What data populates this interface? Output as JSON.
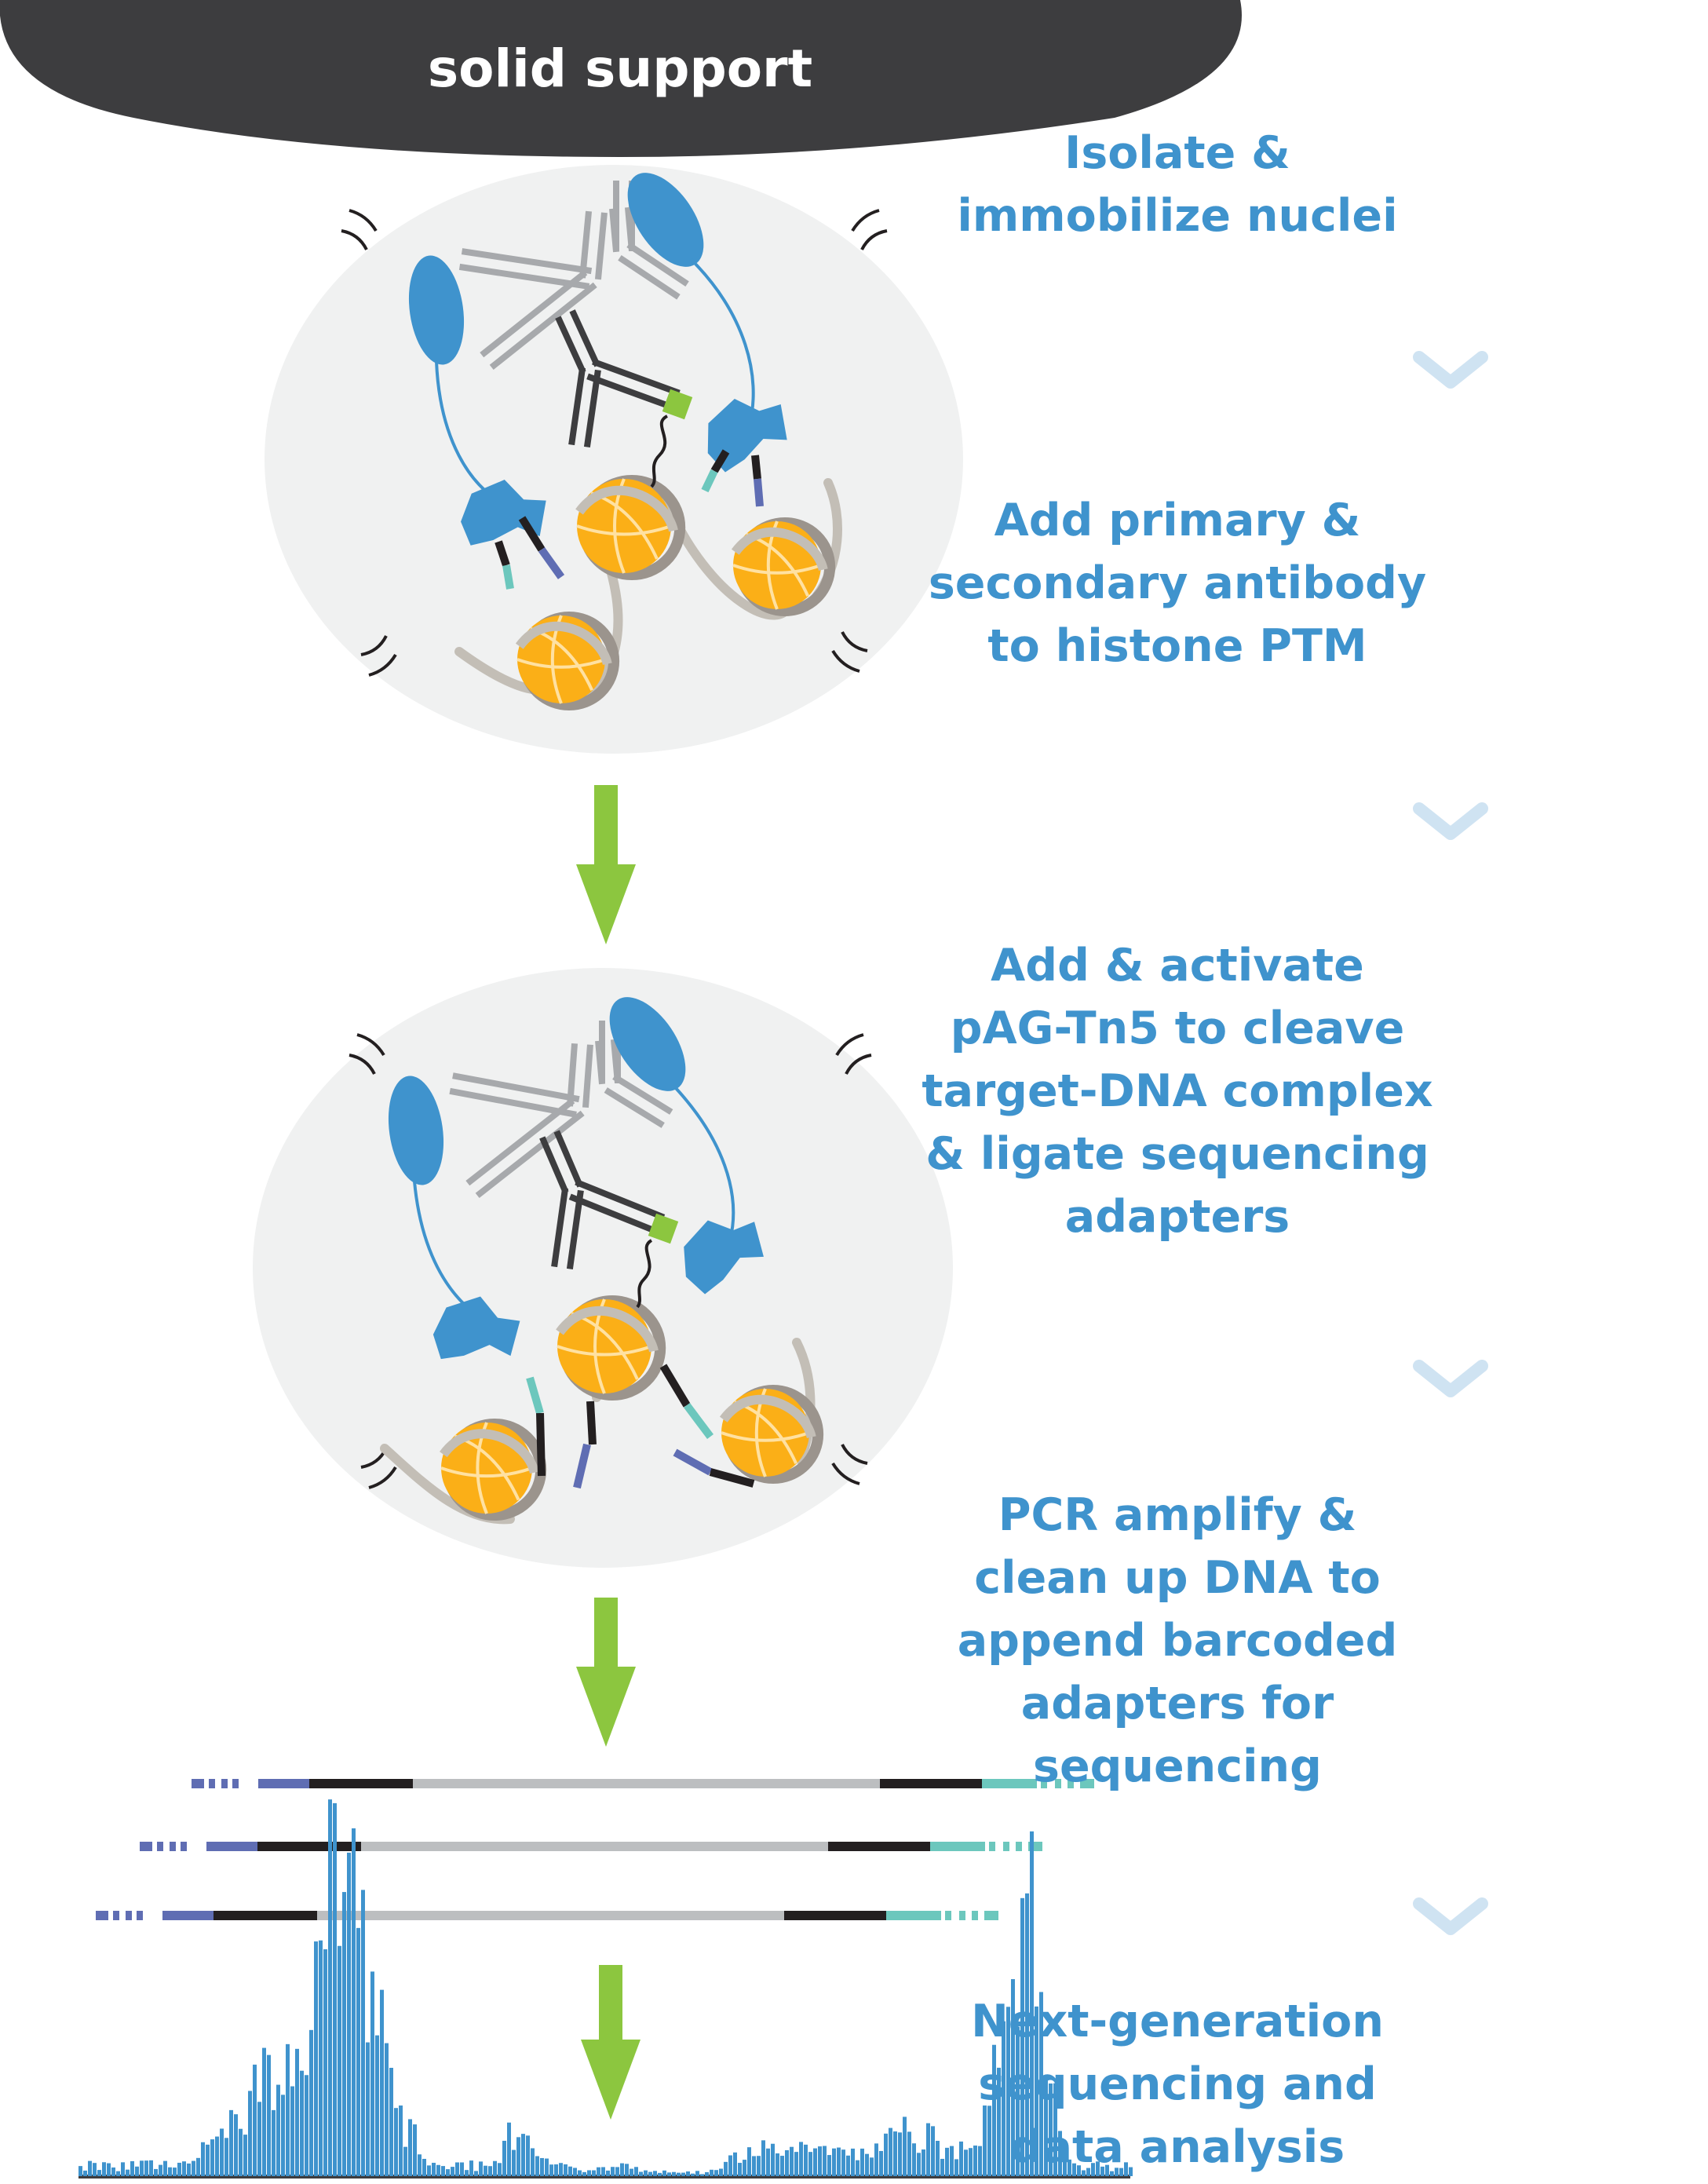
{
  "solid_support": {
    "label": "solid support"
  },
  "steps": [
    {
      "text": "Isolate &\nimmobilize nuclei"
    },
    {
      "text": "Add primary &\nsecondary antibody\nto histone PTM"
    },
    {
      "text": "Add & activate\npAG-Tn5 to cleave\ntarget-DNA complex\n& ligate sequencing\nadapters"
    },
    {
      "text": "PCR amplify &\nclean up DNA to\nappend barcoded\nadapters for\nsequencing"
    },
    {
      "text": "Next-generation\nsequencing and\ndata analysis"
    }
  ],
  "colors": {
    "support": "#3d3d3f",
    "step_text": "#3f93cd",
    "chevron": "#cfe3f2",
    "arrow": "#8cc63f",
    "nucleus": "#f0f1f1",
    "antibody_primary": "#a7a9ac",
    "antibody_secondary": "#3d3d3f",
    "protein": "#3f93cd",
    "nucleosome": "#fbaf17",
    "dna": "#c3beb6",
    "adapter_purple": "#5f6db3",
    "adapter_teal": "#6cc7bd",
    "adapter_black": "#231f20",
    "fragment_grey": "#bcbec0",
    "coverage": "#3f93cd"
  }
}
